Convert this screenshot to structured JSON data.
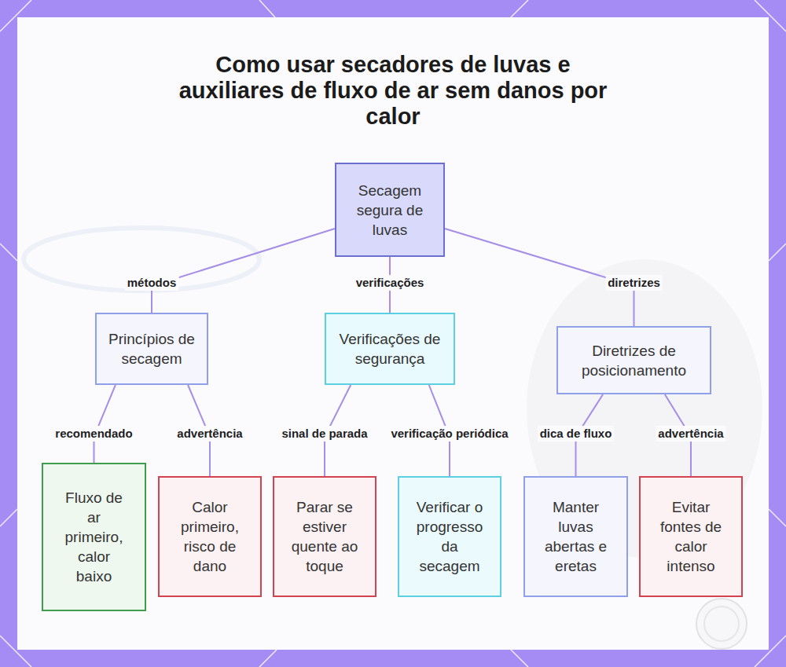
{
  "diagram": {
    "title": "Como usar secadores de luvas e auxiliares de fluxo de ar sem danos por calor",
    "nodes": [
      {
        "text": [
          "Secagem segura de luvas"
        ]
      },
      {
        "text": [
          "Princípios de secagem"
        ]
      },
      {
        "text": [
          "Verificações de segurança"
        ]
      },
      {
        "text": [
          "Diretrizes de posicionamento"
        ]
      },
      {
        "text": [
          "Fluxo de ar primeiro, calor baixo"
        ]
      },
      {
        "text": [
          "Calor primeiro, risco de dano"
        ]
      },
      {
        "text": [
          "Parar se estiver quente ao toque"
        ]
      },
      {
        "text": [
          "Verificar o progresso da secagem"
        ]
      },
      {
        "text": [
          "Manter luvas abertas e eretas"
        ]
      },
      {
        "text": [
          "Evitar fontes de calor intenso"
        ]
      }
    ],
    "edges": [
      {
        "from": 0,
        "to": 1,
        "label": "métodos",
        "arrow": "none"
      },
      {
        "from": 0,
        "to": 2,
        "label": "verificações",
        "arrow": "none"
      },
      {
        "from": 0,
        "to": 3,
        "label": "diretrizes",
        "arrow": "none"
      },
      {
        "from": 1,
        "to": 4,
        "label": "recomendado",
        "arrow": "none"
      },
      {
        "from": 1,
        "to": 5,
        "label": "advertência",
        "arrow": "none"
      },
      {
        "from": 2,
        "to": 6,
        "label": "sinal de parada",
        "arrow": "none"
      },
      {
        "from": 2,
        "to": 7,
        "label": "verificação periódica",
        "arrow": "none"
      },
      {
        "from": 3,
        "to": 8,
        "label": "dica de fluxo",
        "arrow": "none"
      },
      {
        "from": 3,
        "to": 9,
        "label": "advertência",
        "arrow": "none"
      }
    ]
  }
}
